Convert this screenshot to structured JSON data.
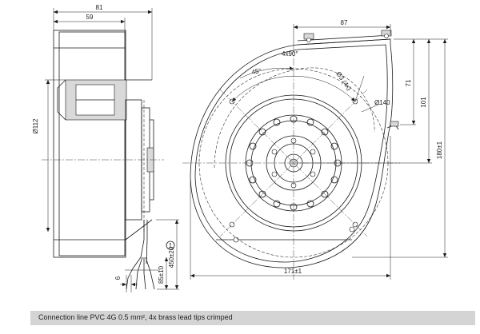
{
  "side_view": {
    "width_dim": "81",
    "body_dim": "59",
    "diameter_dim": "Ø112",
    "offset_dim": "6",
    "lead_dim": "450±20",
    "strip_dim": "85±10",
    "callout": "1"
  },
  "front_view": {
    "outlet_dim": "87",
    "height_dim_71": "71",
    "height_dim_101": "101",
    "height_dim_180": "180±1",
    "width_dim_171": "171±1",
    "bolt_pattern": "4x90°",
    "angle": "45°",
    "hole_dim": "Ø3 (4x)",
    "circle_dim": "Ø140"
  },
  "footer": {
    "text": "Connection line PVC 4G 0.5 mm², 4x brass lead tips crimped"
  }
}
